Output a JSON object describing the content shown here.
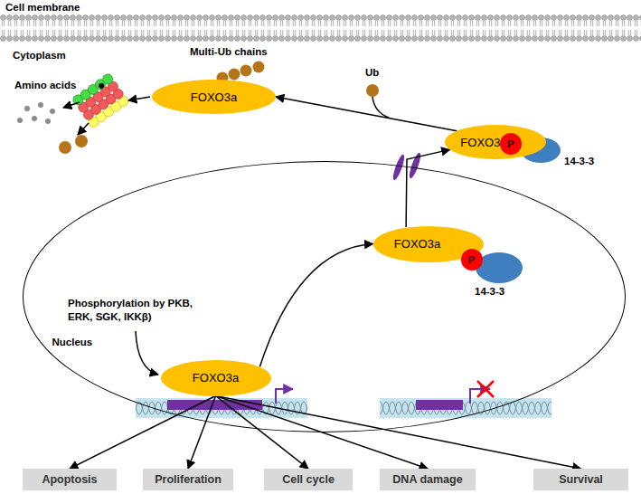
{
  "diagram": {
    "nodes": [
      {
        "text": [
          "FOXO3a"
        ]
      },
      {
        "text": [
          "FOXO3a"
        ]
      },
      {
        "text": [
          "P"
        ]
      },
      {
        "text": [
          "Nucleus"
        ]
      },
      {
        "text": [
          "FOXO3a"
        ],
        "in": 3
      },
      {
        "text": [
          "P"
        ],
        "in": 3
      },
      {
        "text": [
          "FOXO3a"
        ],
        "in": 3
      },
      {
        "text": [
          "Apoptosis"
        ]
      },
      {
        "text": [
          "Proliferation"
        ]
      },
      {
        "text": [
          "Cell cycle"
        ]
      },
      {
        "text": [
          "DNA damage"
        ]
      },
      {
        "text": [
          "Survival"
        ]
      }
    ],
    "edges": [
      {
        "from": 1,
        "to": 0,
        "arrow": "to"
      },
      {
        "from": 4,
        "to": 1,
        "arrow": "to"
      },
      {
        "from": 6,
        "to": 4,
        "arrow": "to"
      },
      {
        "from": 6,
        "to": 7,
        "arrow": "to"
      },
      {
        "from": 6,
        "to": 8,
        "arrow": "to"
      },
      {
        "from": 6,
        "to": 9,
        "arrow": "to"
      },
      {
        "from": 6,
        "to": 10,
        "arrow": "to"
      },
      {
        "from": 6,
        "to": 11,
        "arrow": "to"
      }
    ],
    "labels": [
      "Cell membrane",
      "Cytoplasm",
      "Multi-Ub chains",
      "Ub",
      "Amino acids",
      "14-3-3",
      "Phosphorylation by PKB, ERK, SGK, IKKβ)",
      "14-3-3"
    ]
  }
}
